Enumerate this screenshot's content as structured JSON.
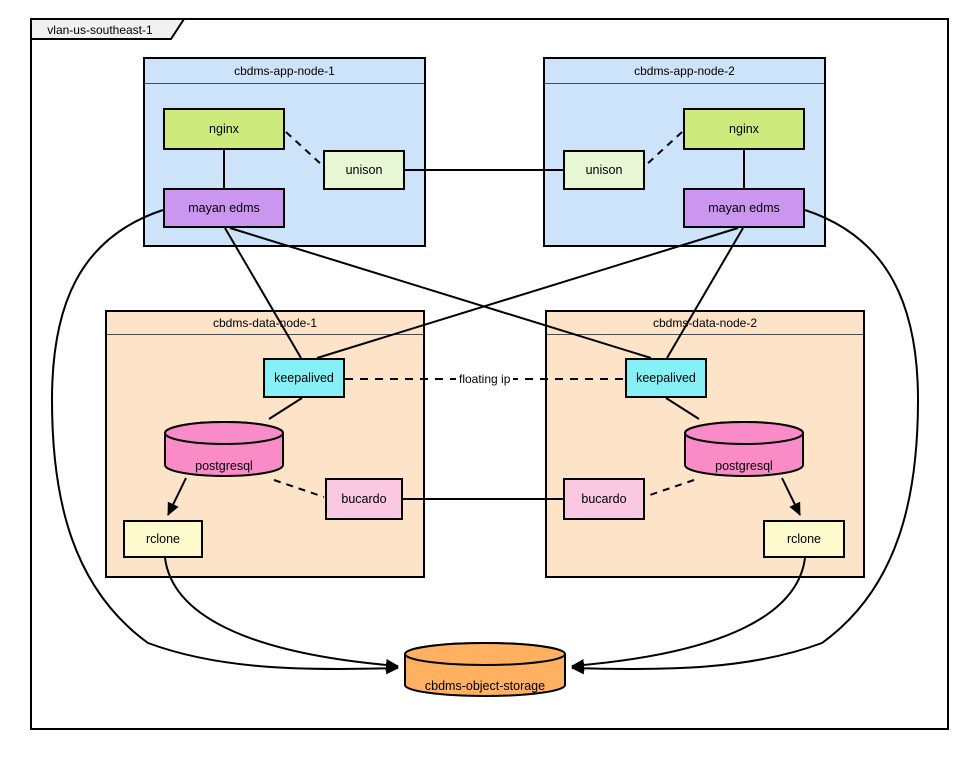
{
  "frame": {
    "label": "vlan-us-southeast-1"
  },
  "app_node_1": {
    "title": "cbdms-app-node-1",
    "nginx": "nginx",
    "unison": "unison",
    "mayan_edms": "mayan edms"
  },
  "app_node_2": {
    "title": "cbdms-app-node-2",
    "nginx": "nginx",
    "unison": "unison",
    "mayan_edms": "mayan edms"
  },
  "data_node_1": {
    "title": "cbdms-data-node-1",
    "keepalived": "keepalived",
    "postgresql": "postgresql",
    "bucardo": "bucardo",
    "rclone": "rclone"
  },
  "data_node_2": {
    "title": "cbdms-data-node-2",
    "keepalived": "keepalived",
    "postgresql": "postgresql",
    "bucardo": "bucardo",
    "rclone": "rclone"
  },
  "storage": {
    "label": "cbdms-object-storage"
  },
  "connections": {
    "floating_ip_label": "floating ip",
    "list": [
      {
        "from": "nginx (app-node-1)",
        "to": "mayan edms (app-node-1)",
        "style": "solid"
      },
      {
        "from": "nginx (app-node-1)",
        "to": "unison (app-node-1)",
        "style": "dashed"
      },
      {
        "from": "unison (app-node-1)",
        "to": "unison (app-node-2)",
        "style": "solid"
      },
      {
        "from": "nginx (app-node-2)",
        "to": "mayan edms (app-node-2)",
        "style": "solid"
      },
      {
        "from": "nginx (app-node-2)",
        "to": "unison (app-node-2)",
        "style": "dashed"
      },
      {
        "from": "mayan edms (app-node-1)",
        "to": "keepalived (data-node-1)",
        "style": "solid"
      },
      {
        "from": "mayan edms (app-node-1)",
        "to": "keepalived (data-node-2)",
        "style": "solid"
      },
      {
        "from": "mayan edms (app-node-2)",
        "to": "keepalived (data-node-2)",
        "style": "solid"
      },
      {
        "from": "mayan edms (app-node-2)",
        "to": "keepalived (data-node-1)",
        "style": "solid"
      },
      {
        "from": "keepalived (data-node-1)",
        "to": "keepalived (data-node-2)",
        "style": "dashed",
        "label": "floating ip"
      },
      {
        "from": "keepalived (data-node-1)",
        "to": "postgresql (data-node-1)",
        "style": "solid"
      },
      {
        "from": "keepalived (data-node-2)",
        "to": "postgresql (data-node-2)",
        "style": "solid"
      },
      {
        "from": "postgresql (data-node-1)",
        "to": "rclone (data-node-1)",
        "style": "arrow"
      },
      {
        "from": "postgresql (data-node-2)",
        "to": "rclone (data-node-2)",
        "style": "arrow"
      },
      {
        "from": "postgresql (data-node-1)",
        "to": "bucardo (data-node-1)",
        "style": "dashed"
      },
      {
        "from": "postgresql (data-node-2)",
        "to": "bucardo (data-node-2)",
        "style": "dashed"
      },
      {
        "from": "bucardo (data-node-1)",
        "to": "bucardo (data-node-2)",
        "style": "solid"
      },
      {
        "from": "rclone (data-node-1)",
        "to": "cbdms-object-storage",
        "style": "arrow"
      },
      {
        "from": "rclone (data-node-2)",
        "to": "cbdms-object-storage",
        "style": "arrow"
      },
      {
        "from": "mayan edms (app-node-1)",
        "to": "cbdms-object-storage",
        "style": "arrow"
      },
      {
        "from": "mayan edms (app-node-2)",
        "to": "cbdms-object-storage",
        "style": "arrow"
      }
    ]
  },
  "colors": {
    "app_node_fill": "#cce3fa",
    "data_node_fill": "#fde3c8",
    "nginx_fill": "#cdeb7d",
    "unison_fill": "#e7f7d6",
    "mayan_edms_fill": "#cb96f0",
    "keepalived_fill": "#85f0f5",
    "postgresql_fill": "#f98bc6",
    "bucardo_fill": "#fbc8e2",
    "rclone_fill": "#fdfacd",
    "object_storage_fill": "#ffb061",
    "frame_tab_fill": "#f0f0f0",
    "edge_stroke": "#000000"
  }
}
